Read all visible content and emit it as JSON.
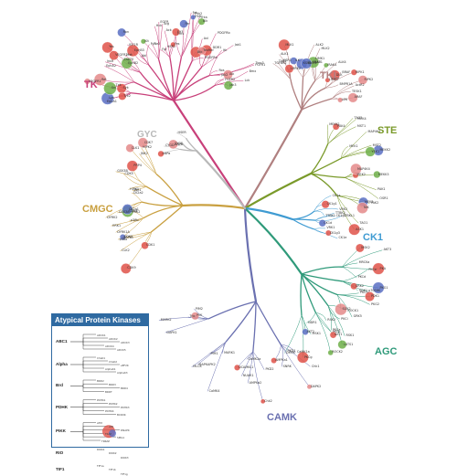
{
  "groups": [
    {
      "key": "TK",
      "label": "TK",
      "color": "#c8407a"
    },
    {
      "key": "TKL",
      "label": "TKL",
      "color": "#b08080"
    },
    {
      "key": "STE",
      "label": "STE",
      "color": "#7a9a2a"
    },
    {
      "key": "CK1",
      "label": "CK1",
      "color": "#3f9bd2"
    },
    {
      "key": "AGC",
      "label": "AGC",
      "color": "#2f9a7a"
    },
    {
      "key": "CAMK",
      "label": "CAMK",
      "color": "#6a70b0"
    },
    {
      "key": "CMGC",
      "label": "CMGC",
      "color": "#c9a040"
    },
    {
      "key": "GYC",
      "label": "GYC",
      "color": "#b8b8b8"
    }
  ],
  "leaf_labels": {
    "TK": [
      "EphA1",
      "EphA2",
      "EphB2",
      "EphB3",
      "Tie2",
      "Fes",
      "Fer",
      "Axl",
      "Mer",
      "Tyro3",
      "Lck",
      "Lyn",
      "Src",
      "Yes",
      "Fyn",
      "Hck",
      "Fgr",
      "Blk",
      "Btk",
      "Tec",
      "Itk",
      "Bmx",
      "Txk",
      "Syk",
      "Zap70",
      "Abl",
      "Arg",
      "Ack",
      "Fak",
      "Pyk2",
      "Jak1",
      "Jak2",
      "Jak3",
      "Tyk2",
      "Ret",
      "Met",
      "Ron",
      "Kit",
      "Flt3",
      "Fms",
      "PDGFRa",
      "PDGFRb",
      "FGFR1",
      "FGFR2",
      "VEGFR1",
      "VEGFR2",
      "InsR",
      "IGF1R",
      "EGFR",
      "HER2",
      "Trka",
      "TrkB",
      "DDR1",
      "Ros",
      "Alk"
    ],
    "TKL": [
      "MLK1",
      "MLK2",
      "MLK3",
      "DLK",
      "LZK",
      "TAK1",
      "ILK",
      "RAF1",
      "BRAF",
      "ARAF",
      "KSR1",
      "KSR2",
      "LIMK1",
      "LIMK2",
      "TESK1",
      "ALK1",
      "ALK2",
      "ALK4",
      "BMPR1A",
      "ActR2",
      "TGFbR2",
      "IRAK1",
      "IRAK4",
      "RIPK1",
      "RIPK2",
      "LRRK2"
    ],
    "STE": [
      "MEKK1",
      "MEKK2",
      "MEKK3",
      "ASK1",
      "MST1",
      "MST2",
      "PAK1",
      "PAK2",
      "PAK4",
      "MEK1",
      "MEK2",
      "MEK3",
      "MEK4",
      "MAP4K1",
      "MAP4K4",
      "TAO1",
      "TAO2",
      "YSK1",
      "OSR1",
      "NIK"
    ],
    "CK1": [
      "CK1a",
      "CK1d",
      "CK1e",
      "CK1g1",
      "CK1g2",
      "CK1g3",
      "TTBK1",
      "TTBK2",
      "VRK1",
      "VRK2",
      "TTBKL1"
    ],
    "AGC": [
      "PKA",
      "PKG1",
      "PKG2",
      "PKCa",
      "PKCb",
      "PKCg",
      "PKCd",
      "PKCe",
      "PKCh",
      "PKCi",
      "AKT1",
      "AKT2",
      "AKT3",
      "SGK1",
      "SGK2",
      "RSK1",
      "RSK2",
      "MSK1",
      "MSK2",
      "p70S6K",
      "PDK1",
      "ROCK1",
      "ROCK2",
      "DMPK",
      "MRCKa",
      "GRK2",
      "GRK5",
      "LATS1",
      "NDR1"
    ],
    "CAMK": [
      "CaMK1a",
      "CaMK2a",
      "CaMK4",
      "DAPK1",
      "DAPK2",
      "DCAMKL1",
      "MLCK",
      "Trio",
      "AMPKa1",
      "AMPKa2",
      "MARK1",
      "MARK2",
      "Chk1",
      "Chk2",
      "PIM1",
      "PIM2",
      "PKD1",
      "PKD2",
      "MAPKAPK2",
      "PhK",
      "SNRK",
      "NUAK1"
    ],
    "CMGC": [
      "CDK1",
      "CDK2",
      "CDK4",
      "CDK5",
      "CDK7",
      "CDK9",
      "ERK1",
      "ERK2",
      "JNK1",
      "JNK2",
      "p38a",
      "p38b",
      "GSK3A",
      "GSK3B",
      "CLK1",
      "CLK2",
      "DYRK1A",
      "DYRK2",
      "HIPK1",
      "HIPK2",
      "SRPK1",
      "CK2a1",
      "CK2a2",
      "PRP4"
    ],
    "GYC": [
      "ANPa",
      "ANPb",
      "HSER",
      "CYGD",
      "CYGF"
    ]
  },
  "atypical": {
    "title": "Atypical Protein Kinases",
    "families": [
      {
        "name": "ABC1",
        "members": [
          "ADCK1",
          "ADCK2",
          "ADCK3",
          "ADCK4",
          "ADCK5"
        ]
      },
      {
        "name": "Alpha",
        "members": [
          "ChaK1",
          "ChaK2",
          "eEF2K",
          "AlphaK1",
          "AlphaK3"
        ]
      },
      {
        "name": "Brd",
        "members": [
          "BRD2",
          "BRD3",
          "BRD4",
          "BRDT"
        ]
      },
      {
        "name": "PDHK",
        "members": [
          "PDHK1",
          "PDHK2",
          "PDHK3",
          "PDHK4",
          "BCKDK"
        ]
      },
      {
        "name": "PIKK",
        "members": [
          "ATM",
          "ATR",
          "DNAPK",
          "FRAP",
          "SMG1",
          "TRRAP"
        ]
      },
      {
        "name": "RIO",
        "members": [
          "RIOK1",
          "RIOK2",
          "RIOK3"
        ]
      },
      {
        "name": "TIF1",
        "members": [
          "TIF1a",
          "TIF1b",
          "TIF1g"
        ]
      }
    ]
  }
}
